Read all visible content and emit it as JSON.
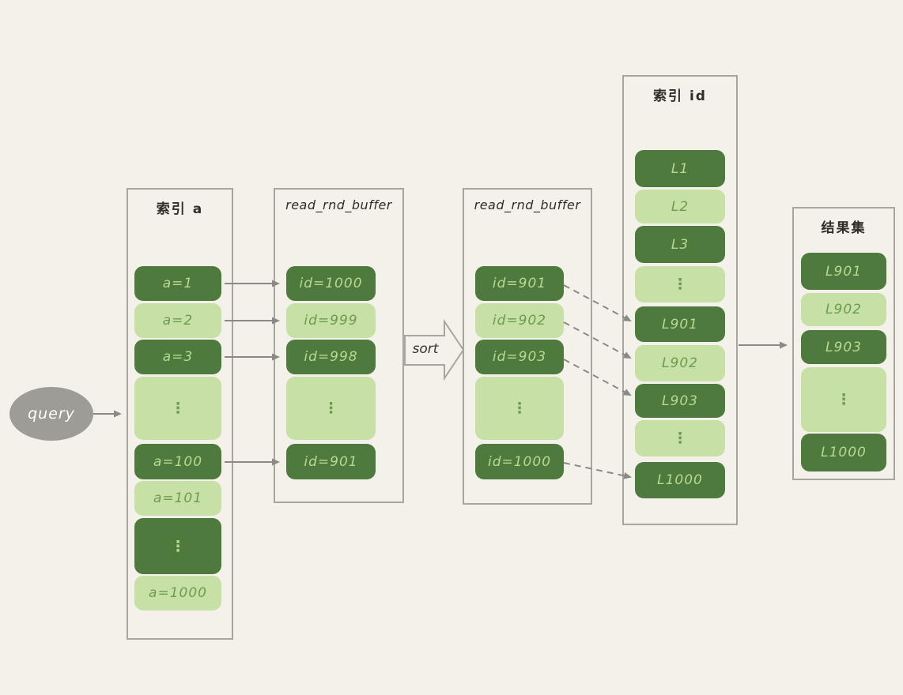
{
  "palette": {
    "background": "#f3f1ea",
    "dark_green": "#4e7b3d",
    "light_green": "#c6e0a5",
    "text_on_dark": "#b9d894",
    "text_on_light": "#6f9b50",
    "box_border": "#a7a59e",
    "arrow_gray": "#8a8984",
    "query_ellipse_gray": "#9d9c97",
    "title_color": "#2e2d28"
  },
  "query": {
    "label": "query"
  },
  "sort": {
    "label": "sort"
  },
  "columns": [
    {
      "title": "索引 a",
      "cells": [
        {
          "label": "a=1",
          "tone": "dark"
        },
        {
          "label": "a=2",
          "tone": "light"
        },
        {
          "label": "a=3",
          "tone": "dark"
        },
        {
          "label": "⋮",
          "tone": "light"
        },
        {
          "label": "a=100",
          "tone": "dark"
        },
        {
          "label": "a=101",
          "tone": "light"
        },
        {
          "label": "⋮",
          "tone": "dark"
        },
        {
          "label": "a=1000",
          "tone": "light"
        }
      ]
    },
    {
      "title": "read_rnd_buffer",
      "cells": [
        {
          "label": "id=1000",
          "tone": "dark"
        },
        {
          "label": "id=999",
          "tone": "light"
        },
        {
          "label": "id=998",
          "tone": "dark"
        },
        {
          "label": "⋮",
          "tone": "light"
        },
        {
          "label": "id=901",
          "tone": "dark"
        }
      ]
    },
    {
      "title": "read_rnd_buffer",
      "cells": [
        {
          "label": "id=901",
          "tone": "dark"
        },
        {
          "label": "id=902",
          "tone": "light"
        },
        {
          "label": "id=903",
          "tone": "dark"
        },
        {
          "label": "⋮",
          "tone": "light"
        },
        {
          "label": "id=1000",
          "tone": "dark"
        }
      ]
    },
    {
      "title": "索引 id",
      "cells": [
        {
          "label": "L1",
          "tone": "dark"
        },
        {
          "label": "L2",
          "tone": "light"
        },
        {
          "label": "L3",
          "tone": "dark"
        },
        {
          "label": "⋮",
          "tone": "light"
        },
        {
          "label": "L901",
          "tone": "dark"
        },
        {
          "label": "L902",
          "tone": "light"
        },
        {
          "label": "L903",
          "tone": "dark"
        },
        {
          "label": "⋮",
          "tone": "light"
        },
        {
          "label": "L1000",
          "tone": "dark"
        }
      ]
    },
    {
      "title": "结果集",
      "cells": [
        {
          "label": "L901",
          "tone": "dark"
        },
        {
          "label": "L902",
          "tone": "light"
        },
        {
          "label": "L903",
          "tone": "dark"
        },
        {
          "label": "⋮",
          "tone": "light"
        },
        {
          "label": "L1000",
          "tone": "dark"
        }
      ]
    }
  ]
}
